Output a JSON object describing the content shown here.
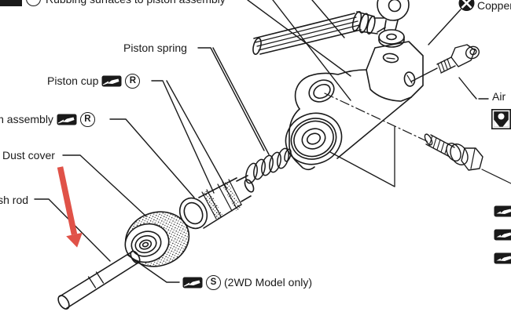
{
  "title_note": "Rubbing surfaces to piston assembly",
  "labels": {
    "piston_spring": "Piston spring",
    "piston_cup": "Piston cup",
    "piston_assembly": "Piston assembly",
    "dust_cover": "Dust cover",
    "push_rod": "Push rod",
    "two_wd_note": "(2WD Model only)",
    "copper": "Copper",
    "air": "Air"
  },
  "badges": {
    "r": "R",
    "s": "S"
  },
  "icons": {
    "grease": "grease-gun-icon",
    "copper": "crossed-circle-icon",
    "air": "air-bleed-icon",
    "note_square": "filled-square-icon",
    "note_circle": "open-circle-icon",
    "annotation": "red-arrow-annotation"
  },
  "colors": {
    "ink": "#1a1a1a",
    "arrow_red": "#e05248",
    "background": "#ffffff"
  }
}
